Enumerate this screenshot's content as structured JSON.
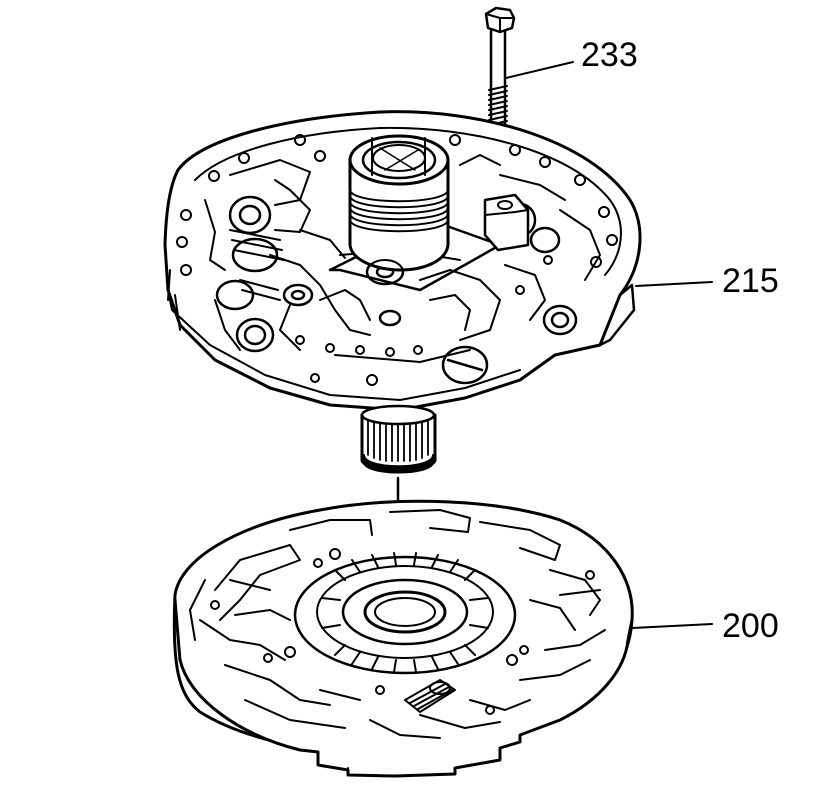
{
  "diagram": {
    "callouts": [
      {
        "id": "bolt",
        "label": "233"
      },
      {
        "id": "pump-cover",
        "label": "215"
      },
      {
        "id": "pump-body",
        "label": "200"
      }
    ]
  },
  "colors": {
    "ink": "#000000",
    "paper": "#ffffff"
  }
}
